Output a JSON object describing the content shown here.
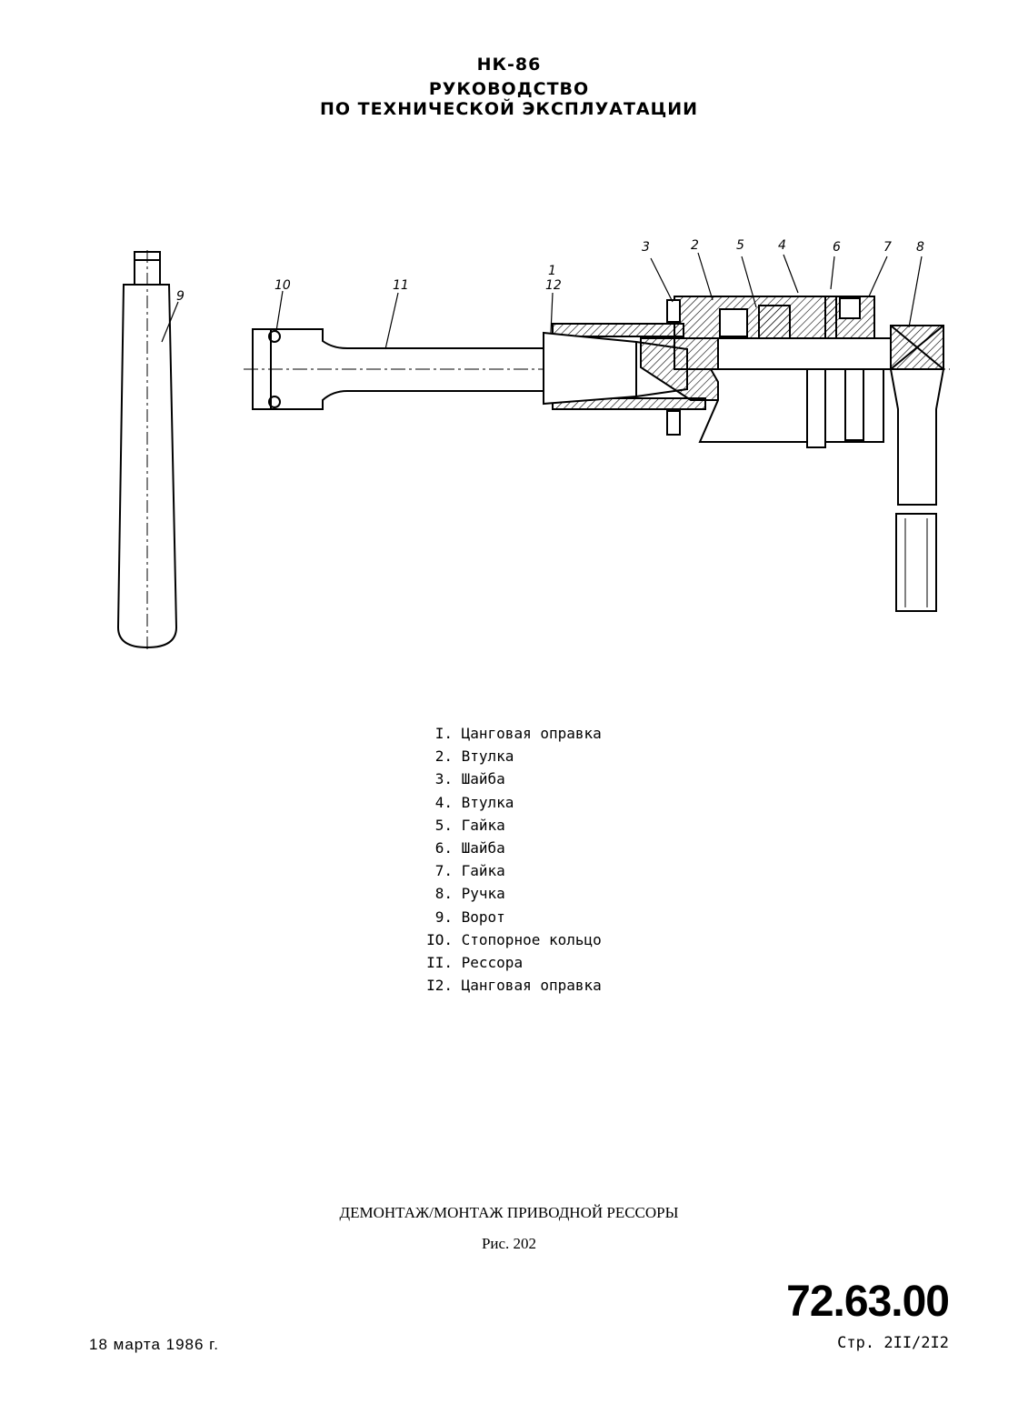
{
  "header": {
    "model": "НК-86",
    "line1": "РУКОВОДСТВО",
    "line2": "ПО ТЕХНИЧЕСКОЙ ЭКСПЛУАТАЦИИ"
  },
  "drawing": {
    "callouts": [
      "3",
      "2",
      "5",
      "4",
      "6",
      "7",
      "8",
      "1",
      "12",
      "10",
      "11",
      "9"
    ]
  },
  "legend": [
    {
      "num": "I.",
      "label": "Цанговая оправка"
    },
    {
      "num": "2.",
      "label": "Втулка"
    },
    {
      "num": "3.",
      "label": "Шайба"
    },
    {
      "num": "4.",
      "label": "Втулка"
    },
    {
      "num": "5.",
      "label": "Гайка"
    },
    {
      "num": "6.",
      "label": "Шайба"
    },
    {
      "num": "7.",
      "label": "Гайка"
    },
    {
      "num": "8.",
      "label": "Ручка"
    },
    {
      "num": "9.",
      "label": "Ворот"
    },
    {
      "num": "IO.",
      "label": "Стопорное кольцо"
    },
    {
      "num": "II.",
      "label": "Рессора"
    },
    {
      "num": "I2.",
      "label": "Цанговая оправка"
    }
  ],
  "caption": {
    "title": "ДЕМОНТАЖ/МОНТАЖ ПРИВОДНОЙ РЕССОРЫ",
    "figure": "Рис. 202"
  },
  "footer": {
    "doc_number": "72.63.00",
    "page": "Стр. 2II/2I2",
    "date": "18 марта 1986 г."
  }
}
